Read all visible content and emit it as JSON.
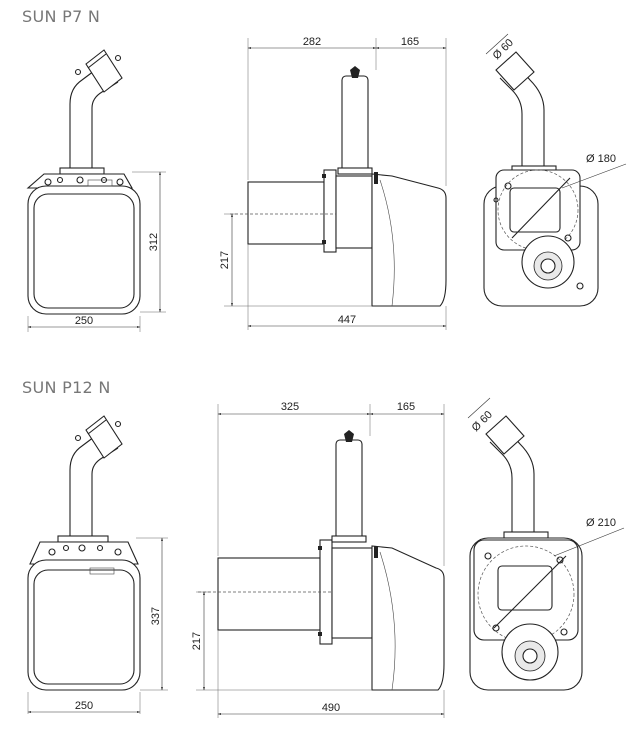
{
  "models": [
    {
      "title": "SUN P7 N",
      "dims": {
        "front_width": "250",
        "front_height": "312",
        "side_left": "282",
        "side_right": "165",
        "side_height": "217",
        "side_length": "447",
        "pipe_diameter": "Ø 60",
        "flange_diameter": "Ø 180"
      }
    },
    {
      "title": "SUN P12 N",
      "dims": {
        "front_width": "250",
        "front_height": "337",
        "side_left": "325",
        "side_right": "165",
        "side_height": "217",
        "side_length": "490",
        "pipe_diameter": "Ø 60",
        "flange_diameter": "Ø 210"
      }
    }
  ]
}
